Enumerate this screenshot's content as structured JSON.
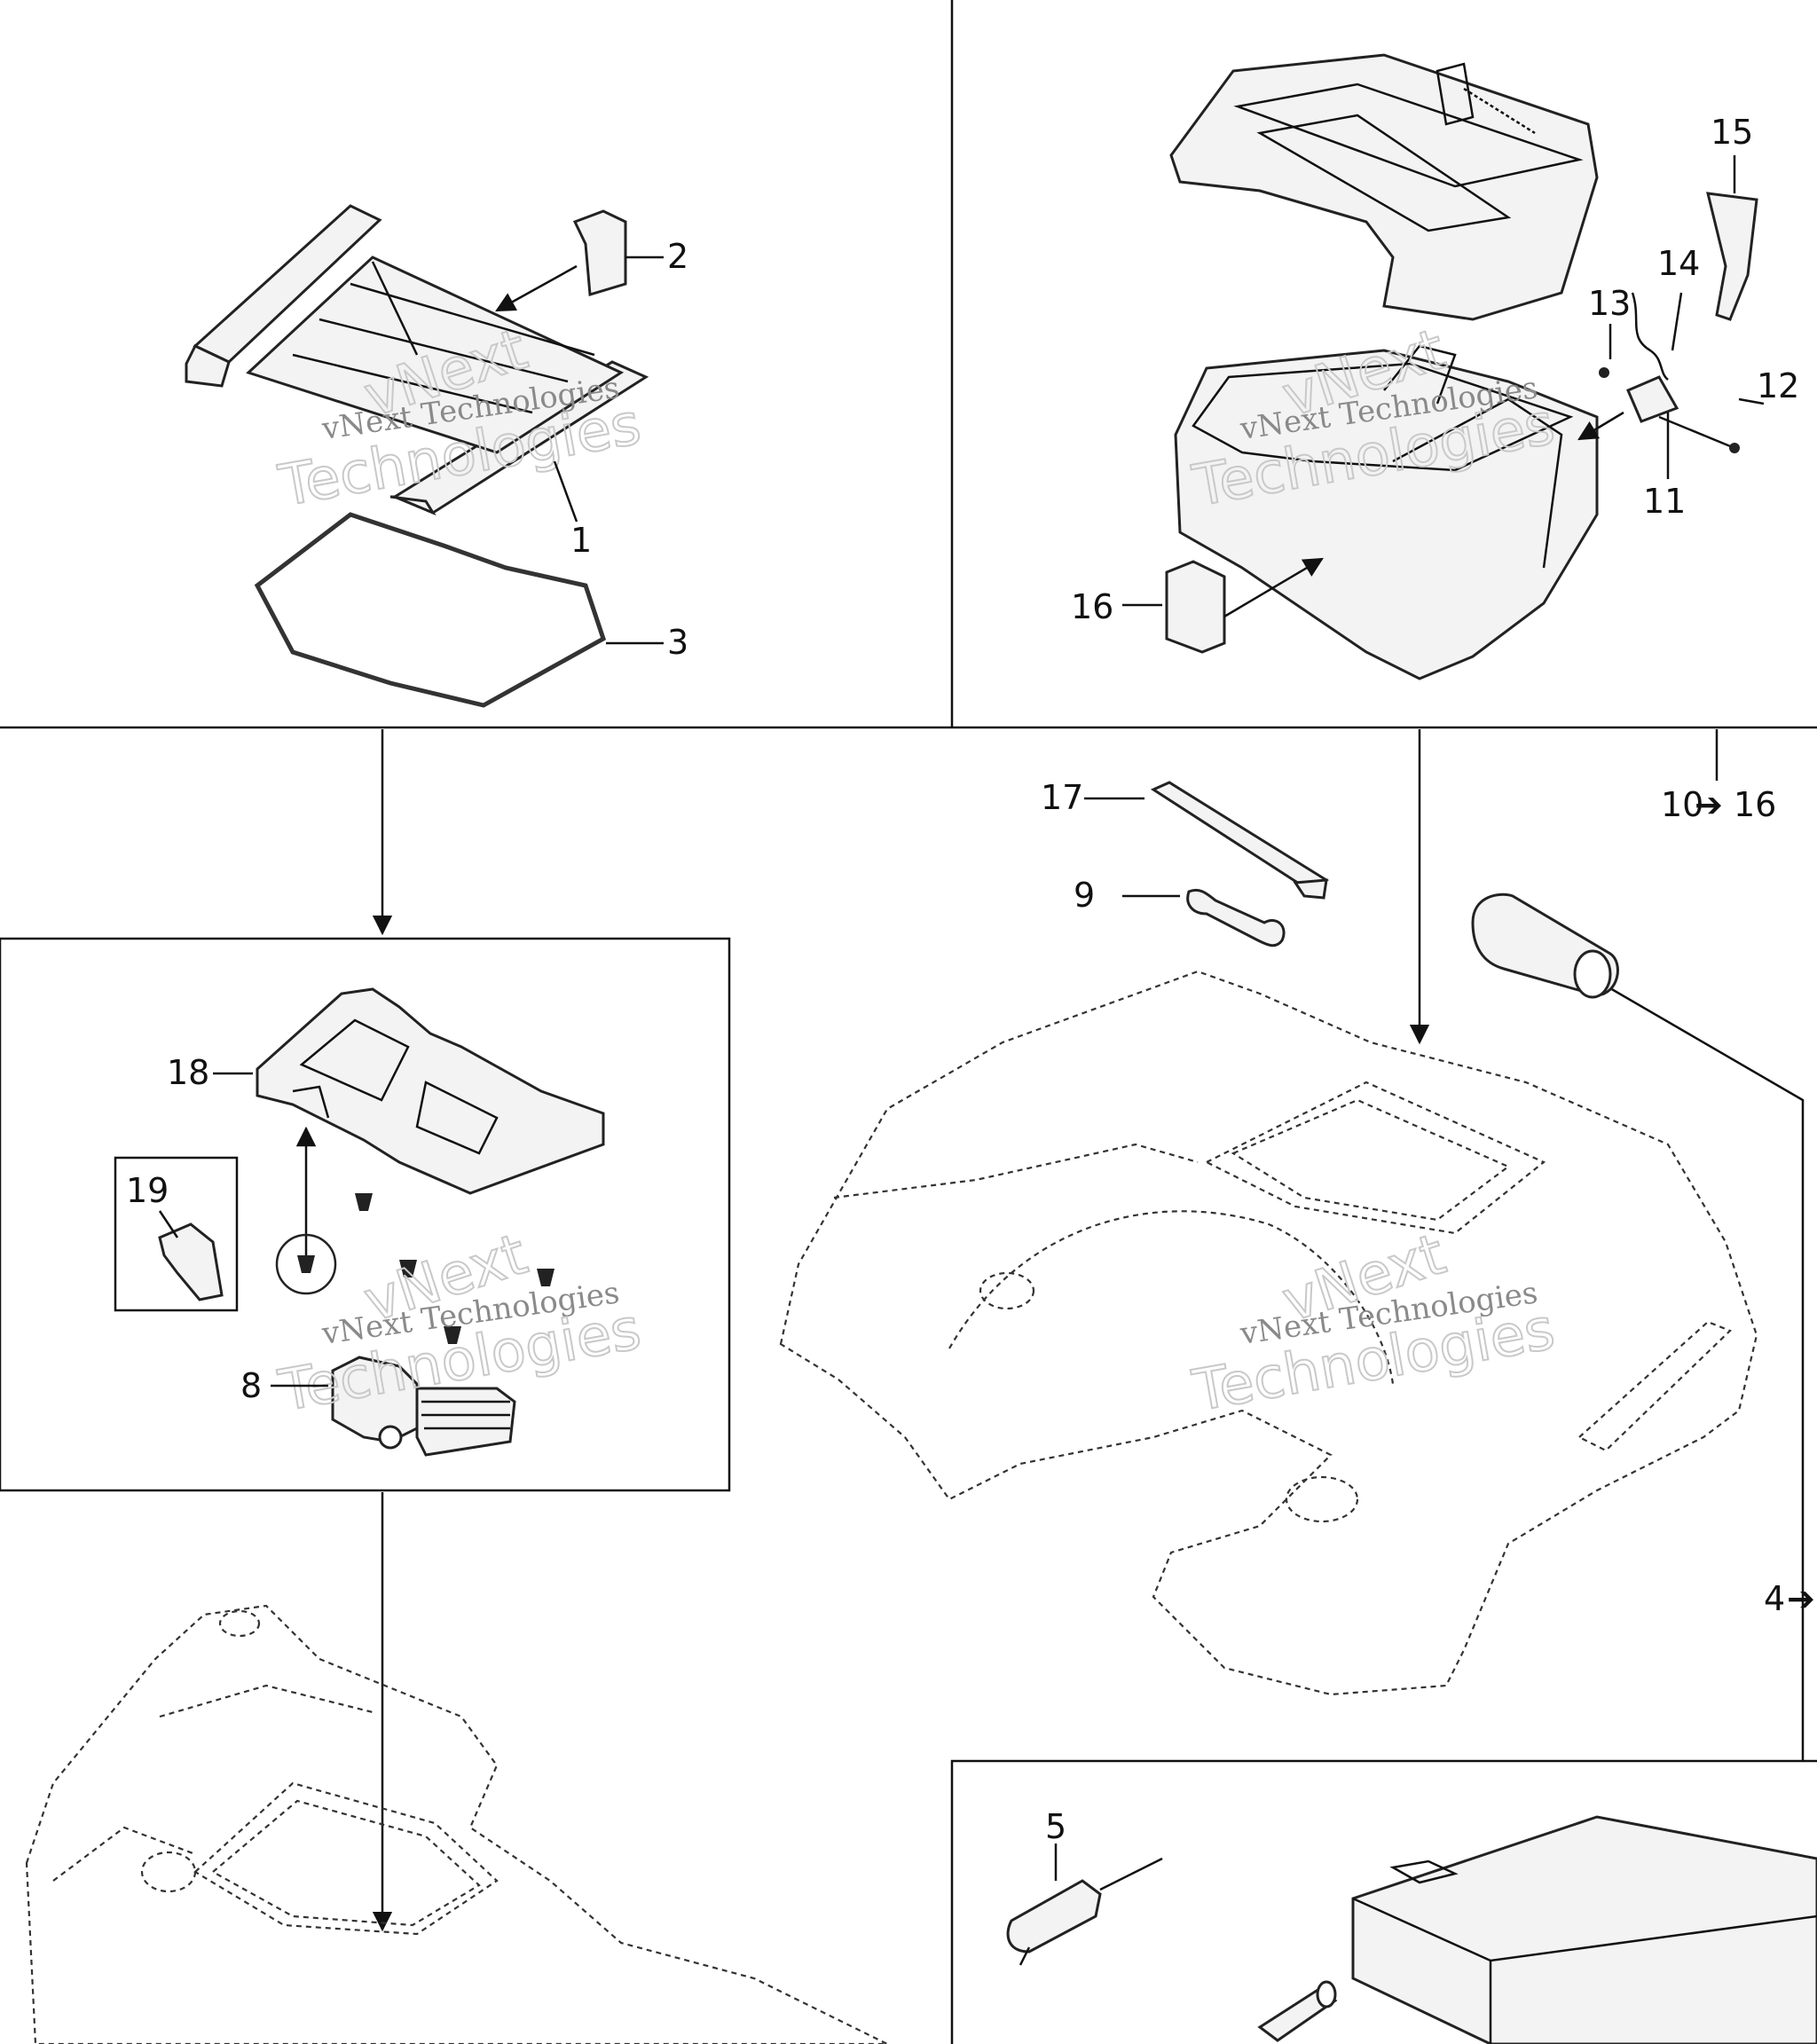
{
  "callouts": {
    "c1": "1",
    "c2": "2",
    "c3": "3",
    "c4": "4",
    "c5": "5",
    "c8": "8",
    "c9": "9",
    "c11": "11",
    "c12": "12",
    "c13": "13",
    "c14": "14",
    "c15": "15",
    "c16": "16",
    "c17": "17",
    "c18": "18",
    "c19": "19",
    "c10to16": "10",
    "c10to16_end": "16"
  },
  "watermark": {
    "line1": "vNext Technologies",
    "line2": "vNext",
    "line3": "Technologies"
  },
  "colors": {
    "line": "#111111",
    "part_fill": "#f3f3f3",
    "watermark": "#8a8a8a"
  }
}
